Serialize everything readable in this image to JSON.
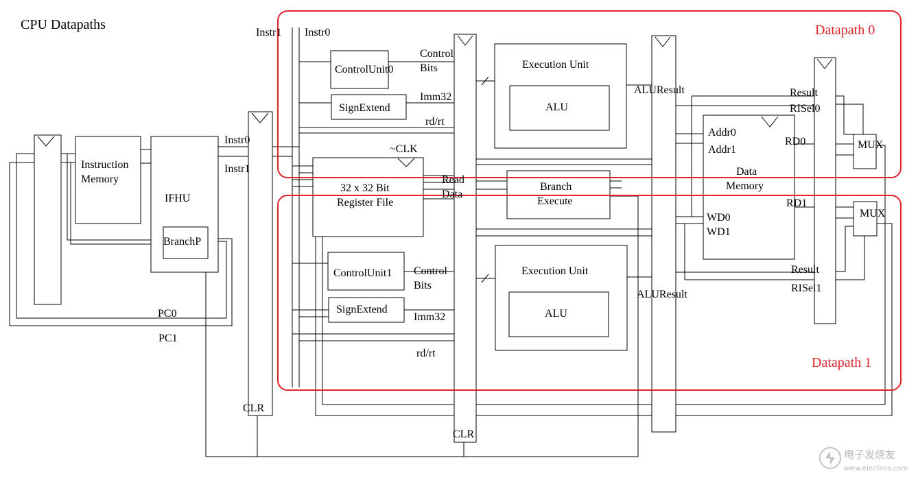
{
  "diagram": {
    "title": "CPU Datapaths",
    "datapath_labels": [
      "Datapath 0",
      "Datapath 1"
    ],
    "blocks": {
      "instruction_memory": [
        "Instruction",
        "Memory"
      ],
      "ifhu": "IFHU",
      "branch_predictor": "BranchP",
      "control_unit_0": "ControlUnit0",
      "sign_extend_0": "SignExtend",
      "register_file": [
        "32 x 32 Bit",
        "Register File"
      ],
      "control_unit_1": "ControlUnit1",
      "sign_extend_1": "SignExtend",
      "execution_unit_0": "Execution Unit",
      "alu_0": "ALU",
      "branch_execute": [
        "Branch",
        "Execute"
      ],
      "execution_unit_1": "Execution Unit",
      "alu_1": "ALU",
      "data_memory": [
        "Data",
        "Memory"
      ],
      "mux_0": "MUX",
      "mux_1": "MUX"
    },
    "signals": {
      "instr0": "Instr0",
      "instr1": "Instr1",
      "pc0": "PC0",
      "pc1": "PC1",
      "clr_a": "CLR",
      "clr_b": "CLR",
      "not_clk": "~CLK",
      "control_bits_0": [
        "Control",
        "Bits"
      ],
      "imm32_0": "Imm32",
      "rd_rt_0": "rd/rt",
      "read_data": [
        "Read",
        "Data"
      ],
      "control_bits_1": [
        "Control",
        "Bits"
      ],
      "imm32_1": "Imm32",
      "rd_rt_1": "rd/rt",
      "alu_result_0": "ALUResult",
      "alu_result_1": "ALUResult",
      "addr0": "Addr0",
      "addr1": "Addr1",
      "wd0": "WD0",
      "wd1": "WD1",
      "rd0": "RD0",
      "rd1": "RD1",
      "result_0": "Result",
      "risel0": "RISel0",
      "result_1": "Result",
      "risel1": "RISel1"
    },
    "watermark": {
      "text": "电子发烧友",
      "url": "www.elecfans.com"
    }
  }
}
